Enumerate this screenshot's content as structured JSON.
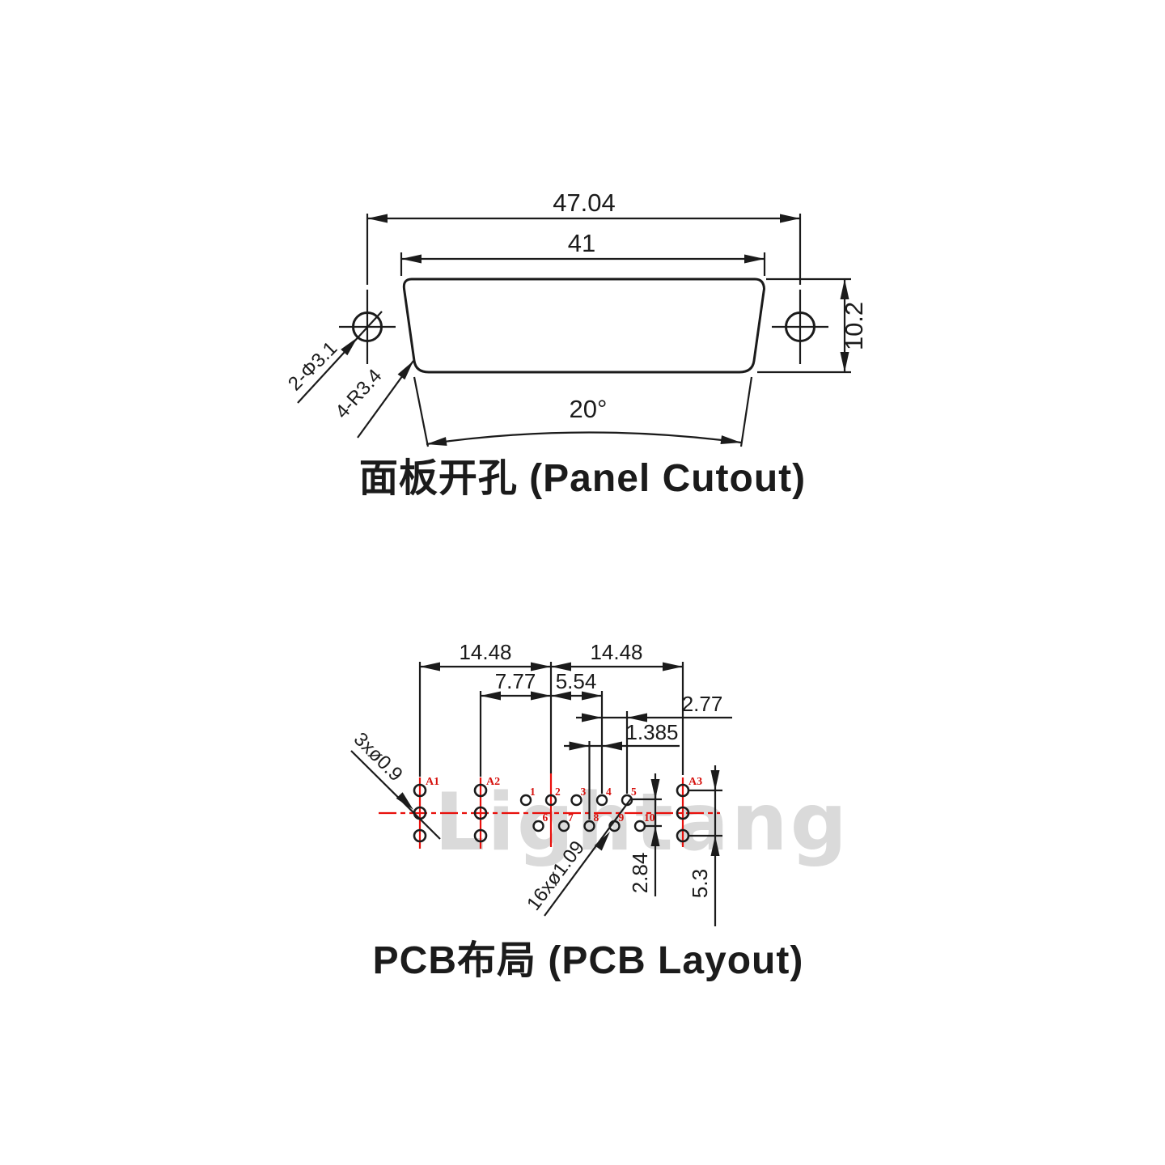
{
  "titles": {
    "panel_cutout": "面板开孔 (Panel Cutout)",
    "pcb_layout": "PCB布局 (PCB Layout)"
  },
  "watermark": {
    "text": "Lightang"
  },
  "panel_cutout": {
    "dim_outer_width": "47.04",
    "dim_inner_width": "41",
    "dim_height": "10.2",
    "dim_angle": "20°",
    "label_mounting_holes": "2-Φ3.1",
    "label_corner_radius": "4-R3.4"
  },
  "pcb_layout": {
    "dim_a1_to_center": "14.48",
    "dim_center_to_a3": "14.48",
    "dim_a2_to_center": "7.77",
    "dim_center_to_pin4": "5.54",
    "dim_pin_pitch": "2.77",
    "dim_row_stagger": "1.385",
    "dim_row_spacing": "2.84",
    "dim_coax_span": "5.3",
    "label_coax_holes": "3xø0.9",
    "label_signal_holes": "16xø1.09",
    "coax_labels": [
      "A1",
      "A2",
      "A3"
    ],
    "pin_labels": [
      "1",
      "2",
      "3",
      "4",
      "5",
      "6",
      "7",
      "8",
      "9",
      "10"
    ]
  },
  "colors": {
    "line": "#1b1b1b",
    "red": "#e8100c",
    "red_text": "#d5100c",
    "watermark": "#dadada",
    "background": "#ffffff"
  }
}
